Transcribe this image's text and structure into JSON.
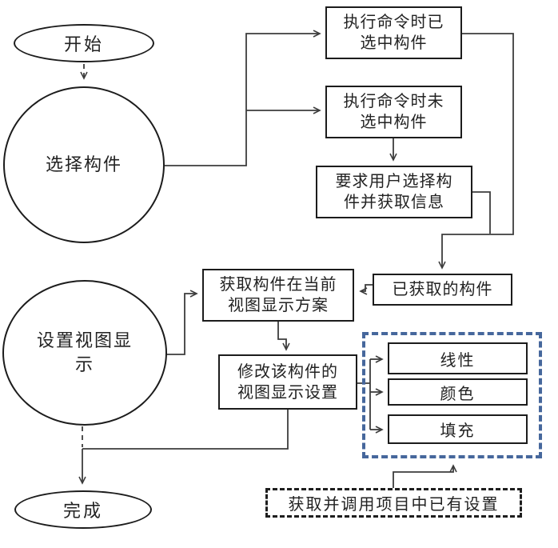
{
  "nodes": {
    "start": {
      "label": "开始"
    },
    "select_component": {
      "label": "选择构件"
    },
    "cmd_selected": {
      "label": "执行命令时已\n选中构件"
    },
    "cmd_not_selected": {
      "label": "执行命令时未\n选中构件"
    },
    "ask_user_select": {
      "label": "要求用户选择构\n件并获取信息"
    },
    "obtained_component": {
      "label": "已获取的构件"
    },
    "set_view_display": {
      "label": "设置视图显\n示"
    },
    "get_current_scheme": {
      "label": "获取构件在当前\n视图显示方案"
    },
    "modify_display_settings": {
      "label": "修改该构件的\n视图显示设置"
    },
    "line_type": {
      "label": "线性"
    },
    "color": {
      "label": "颜色"
    },
    "fill": {
      "label": "填充"
    },
    "get_existing_settings": {
      "label": "获取并调用项目中已有设置"
    },
    "done": {
      "label": "完成"
    }
  },
  "colors": {
    "background": "#ffffff",
    "connector_line": "#3c3c3c",
    "node_border": "#1c1c1c",
    "blue_dashed_border": "#46679c",
    "text": "#222222"
  }
}
